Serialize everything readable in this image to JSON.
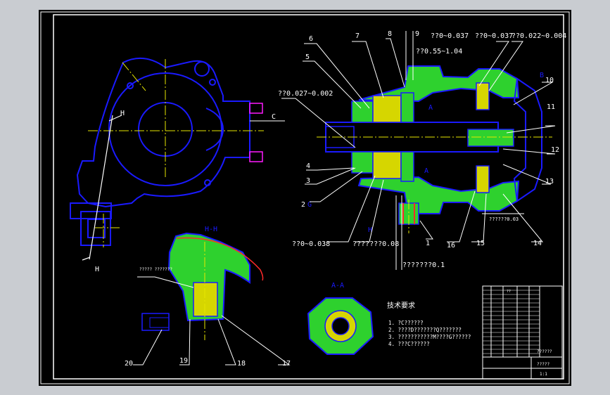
{
  "colors": {
    "background": "#000000",
    "frame": "#ffffff",
    "outline": "#1a1aff",
    "center_line": "#e6e600",
    "hatch": "#2ed12e",
    "hatch_alt": "#d6d600",
    "dims": "#ffffff",
    "magenta": "#ff1aff",
    "red": "#ff2a2a",
    "cyan": "#3ad5ff"
  },
  "drawing": {
    "part_numbers": [
      "1",
      "2",
      "3",
      "4",
      "5",
      "6",
      "7",
      "8",
      "9",
      "10",
      "11",
      "12",
      "13",
      "14",
      "15",
      "16",
      "17",
      "18",
      "19",
      "20"
    ],
    "dimensions": {
      "tol_1": "??0~0.037",
      "tol_2": "??0~0.037",
      "tol_3": "??0.022~0.004",
      "tol_4": "??0.027~0.002",
      "clearance_top": "??0.55~1.04",
      "tol_bottom": "??0~0.038",
      "tol_bottom2": "???????0.08",
      "tol_bottom3": "???????0.1",
      "tol_right": "??????0.03"
    },
    "section_labels": {
      "hh": "H-H",
      "aa": "A-A",
      "h_left": "H",
      "h_bottom": "H",
      "c": "C",
      "a_mark": "A",
      "b_mark": "B",
      "g_mark": "G",
      "n_mark": "H"
    },
    "notes": {
      "title": "技术要求",
      "lines": [
        "1. ?C??????",
        "2. ????D???????Q???????",
        "3. ???????????M????G??????",
        "4. ???C??????"
      ]
    },
    "callout_small": "?????\n???????"
  },
  "title_block": {
    "table_header": "??",
    "caption": "??????",
    "name": "?????",
    "scale": "1:1"
  }
}
